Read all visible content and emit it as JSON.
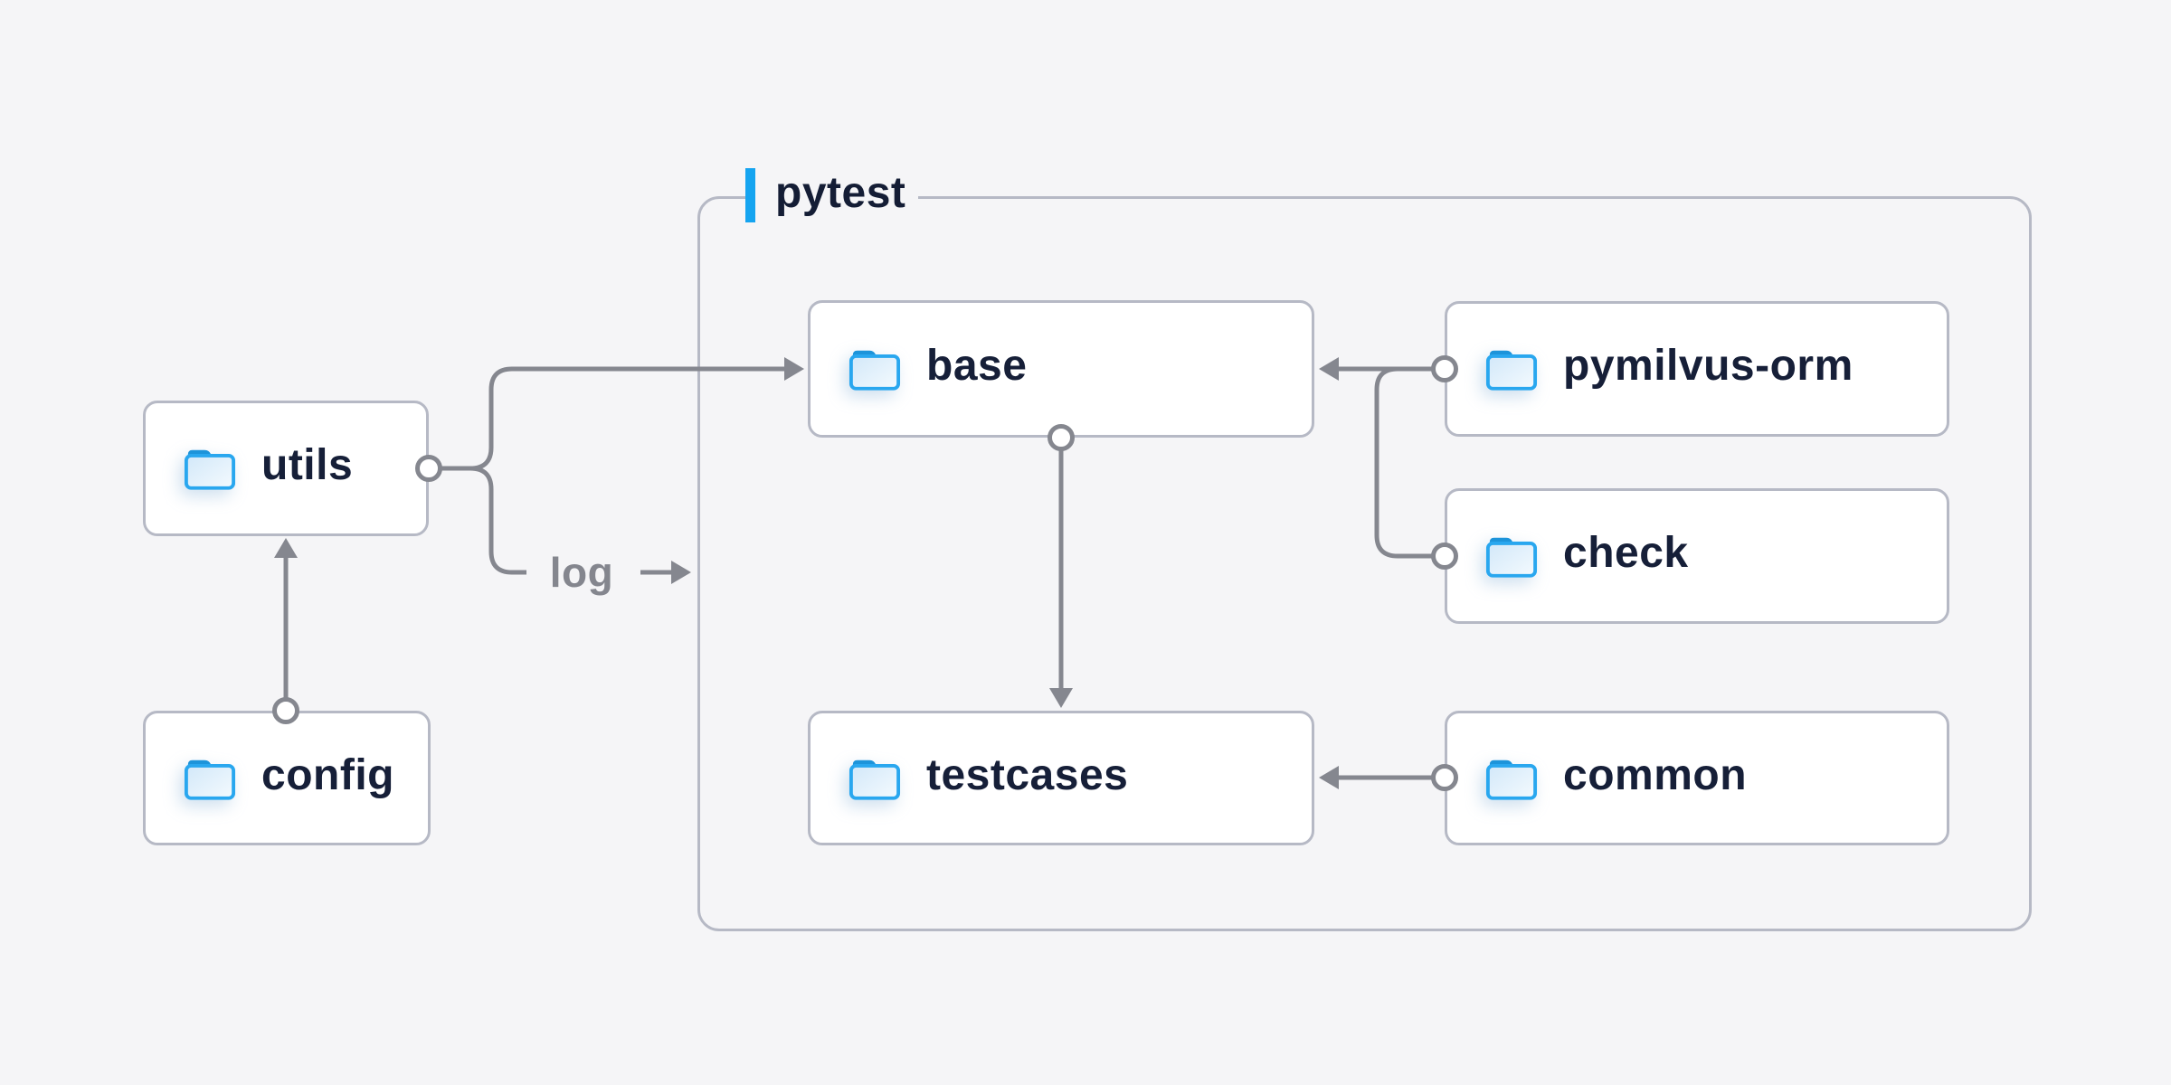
{
  "diagram": {
    "group": {
      "label": "pytest"
    },
    "nodes": {
      "utils": {
        "label": "utils",
        "icon": "folder-icon"
      },
      "config": {
        "label": "config",
        "icon": "folder-icon"
      },
      "base": {
        "label": "base",
        "icon": "folder-icon"
      },
      "pymilvus": {
        "label": "pymilvus-orm",
        "icon": "folder-icon"
      },
      "check": {
        "label": "check",
        "icon": "folder-icon"
      },
      "testcases": {
        "label": "testcases",
        "icon": "folder-icon"
      },
      "common": {
        "label": "common",
        "icon": "folder-icon"
      }
    },
    "edge_labels": {
      "log": "log"
    },
    "edges": [
      {
        "from": "config",
        "to": "utils"
      },
      {
        "from": "utils",
        "to": "base"
      },
      {
        "from": "utils",
        "to": "log"
      },
      {
        "from": "pymilvus-orm",
        "to": "base"
      },
      {
        "from": "check",
        "to": "base"
      },
      {
        "from": "base",
        "to": "testcases"
      },
      {
        "from": "common",
        "to": "testcases"
      }
    ],
    "colors": {
      "background": "#f5f5f7",
      "node_fill": "#ffffff",
      "node_border": "#b6b9c5",
      "connector_gray": "#85878f",
      "accent_blue": "#15a4f0",
      "folder_blue": "#29a7ef",
      "folder_tab_blue": "#1d94da",
      "text_dark": "#161f38",
      "muted_text": "#84868e"
    }
  }
}
